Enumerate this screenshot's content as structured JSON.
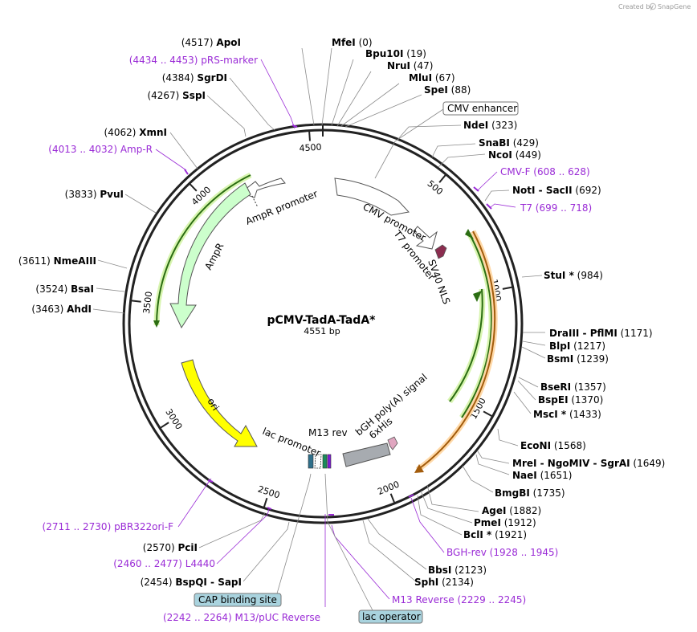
{
  "credit": {
    "text": "Created by",
    "brand": "SnapGene"
  },
  "plasmid": {
    "name": "pCMV-TadA-TadA*",
    "size_label": "4551 bp",
    "length": 4551
  },
  "colors": {
    "primer": "#9a2bd6",
    "backbone": "#222222",
    "cmv_box": "#ffffff",
    "lac_box": "#a9d3de"
  },
  "ticks": [
    {
      "pos": 500,
      "label": "500"
    },
    {
      "pos": 1000,
      "label": "1000"
    },
    {
      "pos": 1500,
      "label": "1500"
    },
    {
      "pos": 2000,
      "label": "2000"
    },
    {
      "pos": 2500,
      "label": "2500"
    },
    {
      "pos": 3000,
      "label": "3000"
    },
    {
      "pos": 3500,
      "label": "3500"
    },
    {
      "pos": 4000,
      "label": "4000"
    },
    {
      "pos": 4500,
      "label": "4500"
    }
  ],
  "enzymes": [
    {
      "name": "ApoI",
      "pos": 4517,
      "pos_label": "(4517)"
    },
    {
      "name": "MfeI",
      "pos": 0,
      "pos_label": "(0)"
    },
    {
      "name": "Bpu10I",
      "pos": 19,
      "pos_label": "(19)"
    },
    {
      "name": "NruI",
      "pos": 47,
      "pos_label": "(47)"
    },
    {
      "name": "MluI",
      "pos": 67,
      "pos_label": "(67)"
    },
    {
      "name": "SpeI",
      "pos": 88,
      "pos_label": "(88)"
    },
    {
      "name": "NdeI",
      "pos": 323,
      "pos_label": "(323)"
    },
    {
      "name": "SnaBI",
      "pos": 429,
      "pos_label": "(429)"
    },
    {
      "name": "NcoI",
      "pos": 449,
      "pos_label": "(449)"
    },
    {
      "name": "NotI - SacII",
      "pos": 692,
      "pos_label": "(692)"
    },
    {
      "name": "StuI *",
      "pos": 984,
      "pos_label": "(984)"
    },
    {
      "name": "DraIII - PflMI",
      "pos": 1171,
      "pos_label": "(1171)"
    },
    {
      "name": "BlpI",
      "pos": 1217,
      "pos_label": "(1217)"
    },
    {
      "name": "BsmI",
      "pos": 1239,
      "pos_label": "(1239)"
    },
    {
      "name": "BseRI",
      "pos": 1357,
      "pos_label": "(1357)"
    },
    {
      "name": "BspEI",
      "pos": 1370,
      "pos_label": "(1370)"
    },
    {
      "name": "MscI *",
      "pos": 1433,
      "pos_label": "(1433)"
    },
    {
      "name": "EcoNI",
      "pos": 1568,
      "pos_label": "(1568)"
    },
    {
      "name": "MreI - NgoMIV - SgrAI",
      "pos": 1649,
      "pos_label": "(1649)"
    },
    {
      "name": "NaeI",
      "pos": 1651,
      "pos_label": "(1651)"
    },
    {
      "name": "BmgBI",
      "pos": 1735,
      "pos_label": "(1735)"
    },
    {
      "name": "AgeI",
      "pos": 1882,
      "pos_label": "(1882)"
    },
    {
      "name": "PmeI",
      "pos": 1912,
      "pos_label": "(1912)"
    },
    {
      "name": "BclI *",
      "pos": 1921,
      "pos_label": "(1921)"
    },
    {
      "name": "BbsI",
      "pos": 2123,
      "pos_label": "(2123)"
    },
    {
      "name": "SphI",
      "pos": 2134,
      "pos_label": "(2134)"
    },
    {
      "name": "BspQI - SapI",
      "pos": 2454,
      "pos_label": "(2454)"
    },
    {
      "name": "PciI",
      "pos": 2570,
      "pos_label": "(2570)"
    },
    {
      "name": "AhdI",
      "pos": 3463,
      "pos_label": "(3463)"
    },
    {
      "name": "BsaI",
      "pos": 3524,
      "pos_label": "(3524)"
    },
    {
      "name": "NmeAIII",
      "pos": 3611,
      "pos_label": "(3611)"
    },
    {
      "name": "PvuI",
      "pos": 3833,
      "pos_label": "(3833)"
    },
    {
      "name": "XmnI",
      "pos": 4062,
      "pos_label": "(4062)"
    },
    {
      "name": "SspI",
      "pos": 4267,
      "pos_label": "(4267)"
    },
    {
      "name": "SgrDI",
      "pos": 4384,
      "pos_label": "(4384)"
    }
  ],
  "primers": [
    {
      "name": "pRS-marker",
      "range": "(4434 .. 4453)",
      "pos": 4443
    },
    {
      "name": "Amp-R",
      "range": "(4013 .. 4032)",
      "pos": 4022
    },
    {
      "name": "CMV-F",
      "range": "(608 .. 628)",
      "pos": 618
    },
    {
      "name": "T7",
      "range": "(699 .. 718)",
      "pos": 708
    },
    {
      "name": "BGH-rev",
      "range": "(1928 .. 1945)",
      "pos": 1936
    },
    {
      "name": "M13 Reverse",
      "range": "(2229 .. 2245)",
      "pos": 2237
    },
    {
      "name": "M13/pUC Reverse",
      "range": "(2242 .. 2264)",
      "pos": 2253
    },
    {
      "name": "L4440",
      "range": "(2460 .. 2477)",
      "pos": 2468
    },
    {
      "name": "pBR322ori-F",
      "range": "(2711 .. 2730)",
      "pos": 2720
    }
  ],
  "boxed_features": [
    {
      "name": "CMV enhancer"
    },
    {
      "name": "CAP binding site"
    },
    {
      "name": "lac operator"
    }
  ],
  "features": [
    {
      "name": "AmpR promoter"
    },
    {
      "name": "AmpR"
    },
    {
      "name": "CMV promoter"
    },
    {
      "name": "T7 promoter"
    },
    {
      "name": "SV40 NLS"
    },
    {
      "name": "ori"
    },
    {
      "name": "lac promoter"
    },
    {
      "name": "M13 rev"
    },
    {
      "name": "bGH poly(A) signal"
    },
    {
      "name": "6xHis"
    }
  ]
}
